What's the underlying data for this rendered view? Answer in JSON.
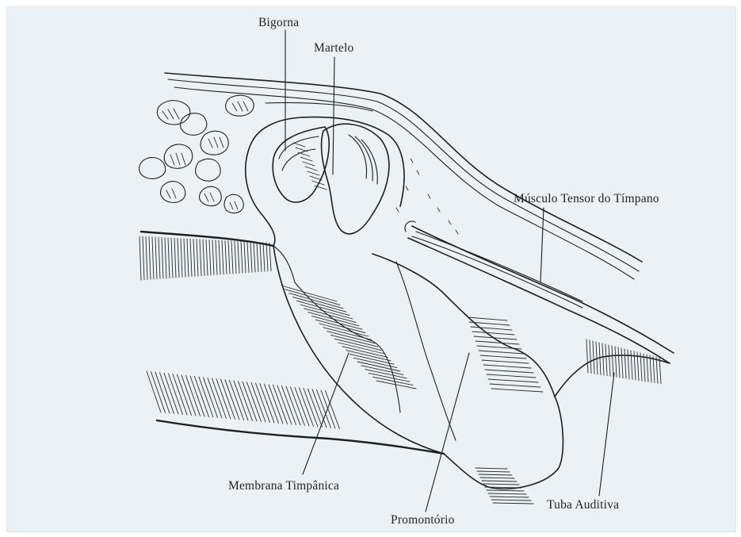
{
  "labels": {
    "bigorna": "Bigorna",
    "martelo": "Martelo",
    "musculo": "Músculo Tensor do Tímpano",
    "membrana": "Membrana Timpânica",
    "promontorio": "Promontório",
    "tuba": "Tuba Auditiva"
  }
}
